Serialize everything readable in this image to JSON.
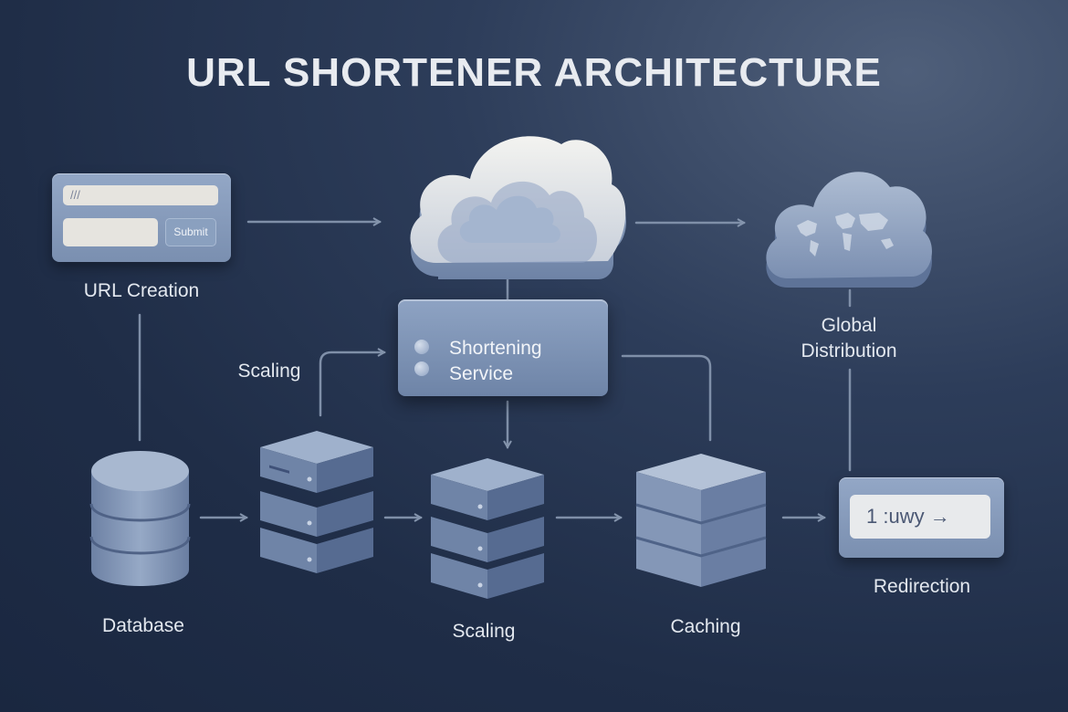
{
  "title": "URL SHORTENER ARCHITECTURE",
  "url_creation": {
    "label": "URL Creation",
    "url_placeholder": "///",
    "submit_label": "Submit"
  },
  "service": {
    "line1": "Shortening",
    "line2": "Service"
  },
  "labels": {
    "scaling_side": "Scaling",
    "global_1": "Global",
    "global_2": "Distribution",
    "database": "Database",
    "scaling_bottom": "Scaling",
    "caching": "Caching",
    "redirection": "Redirection"
  },
  "redirection_display": "1 :uwy →",
  "colors": {
    "background": "#1f2d47",
    "component": "#8ea3c3",
    "cloud": "#dfe3ea",
    "connector": "#7f8fa8"
  }
}
